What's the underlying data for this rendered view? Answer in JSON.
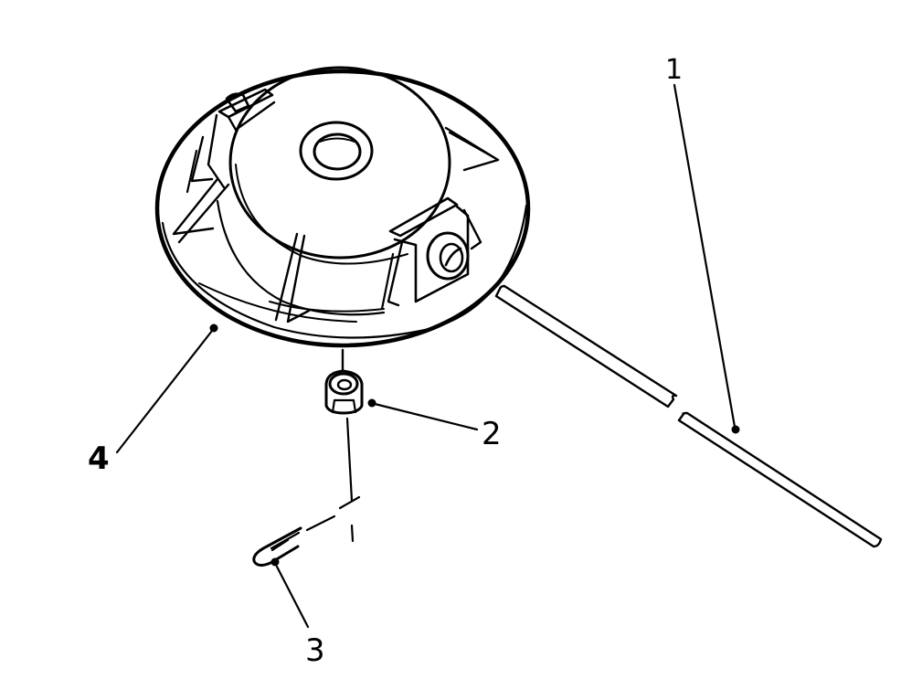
{
  "diagram": {
    "type": "exploded-parts-view",
    "background": "#ffffff",
    "ink_color": "#000000",
    "parts": [
      {
        "id": "part-1",
        "callout": "1",
        "name": "trimmer line / rod"
      },
      {
        "id": "part-2",
        "callout": "2",
        "name": "hex nut"
      },
      {
        "id": "part-3",
        "callout": "3",
        "name": "cotter pin"
      },
      {
        "id": "part-4",
        "callout": "4",
        "name": "trimmer head housing"
      }
    ]
  },
  "callouts": {
    "c1": "1",
    "c2": "2",
    "c3": "3",
    "c4": "4"
  }
}
